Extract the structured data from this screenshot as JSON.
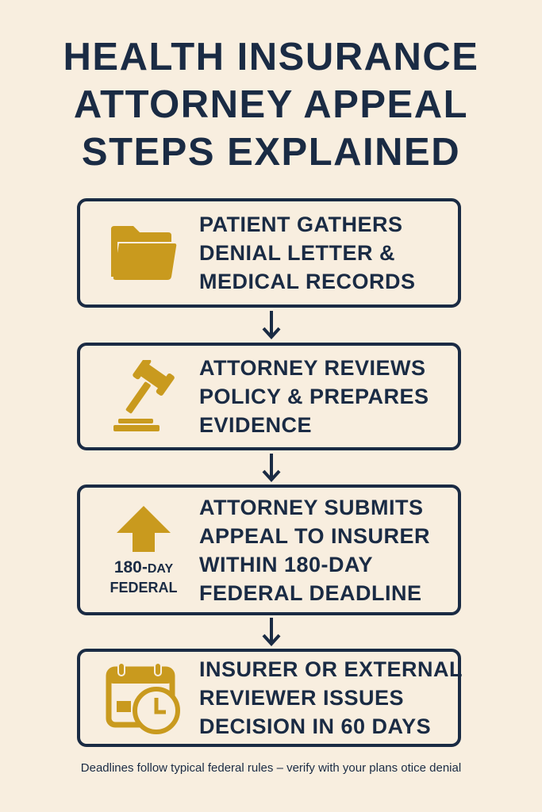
{
  "title": {
    "lines": [
      "HEALTH INSURANCE",
      "ATTORNEY APPEAL",
      "STEPS EXPLAINED"
    ]
  },
  "colors": {
    "background": "#f8eedf",
    "navy": "#1a2b44",
    "gold": "#c99a1e"
  },
  "steps": [
    {
      "icon": "folder-icon",
      "lines": [
        "PATIENT GATHERS",
        "DENIAL LETTER &",
        "MEDICAL RECORDS"
      ]
    },
    {
      "icon": "gavel-icon",
      "lines": [
        "ATTORNEY REVIEWS",
        "POLICY & PREPARES",
        "EVIDENCE"
      ]
    },
    {
      "icon": "up-arrow-icon",
      "badge": {
        "number": "180-",
        "unit": "DAY",
        "label": "FEDERAL"
      },
      "lines": [
        "ATTORNEY SUBMITS",
        "APPEAL TO INSURER",
        "WITHIN 180-DAY",
        "FEDERAL DEADLINE"
      ]
    },
    {
      "icon": "calendar-clock-icon",
      "lines": [
        "INSURER OR EXTERNAL",
        "REVIEWER ISSUES",
        "DECISION IN 60 DAYS"
      ]
    }
  ],
  "footer": "Deadlines follow typical federal rules – verify with your plans otice denial"
}
